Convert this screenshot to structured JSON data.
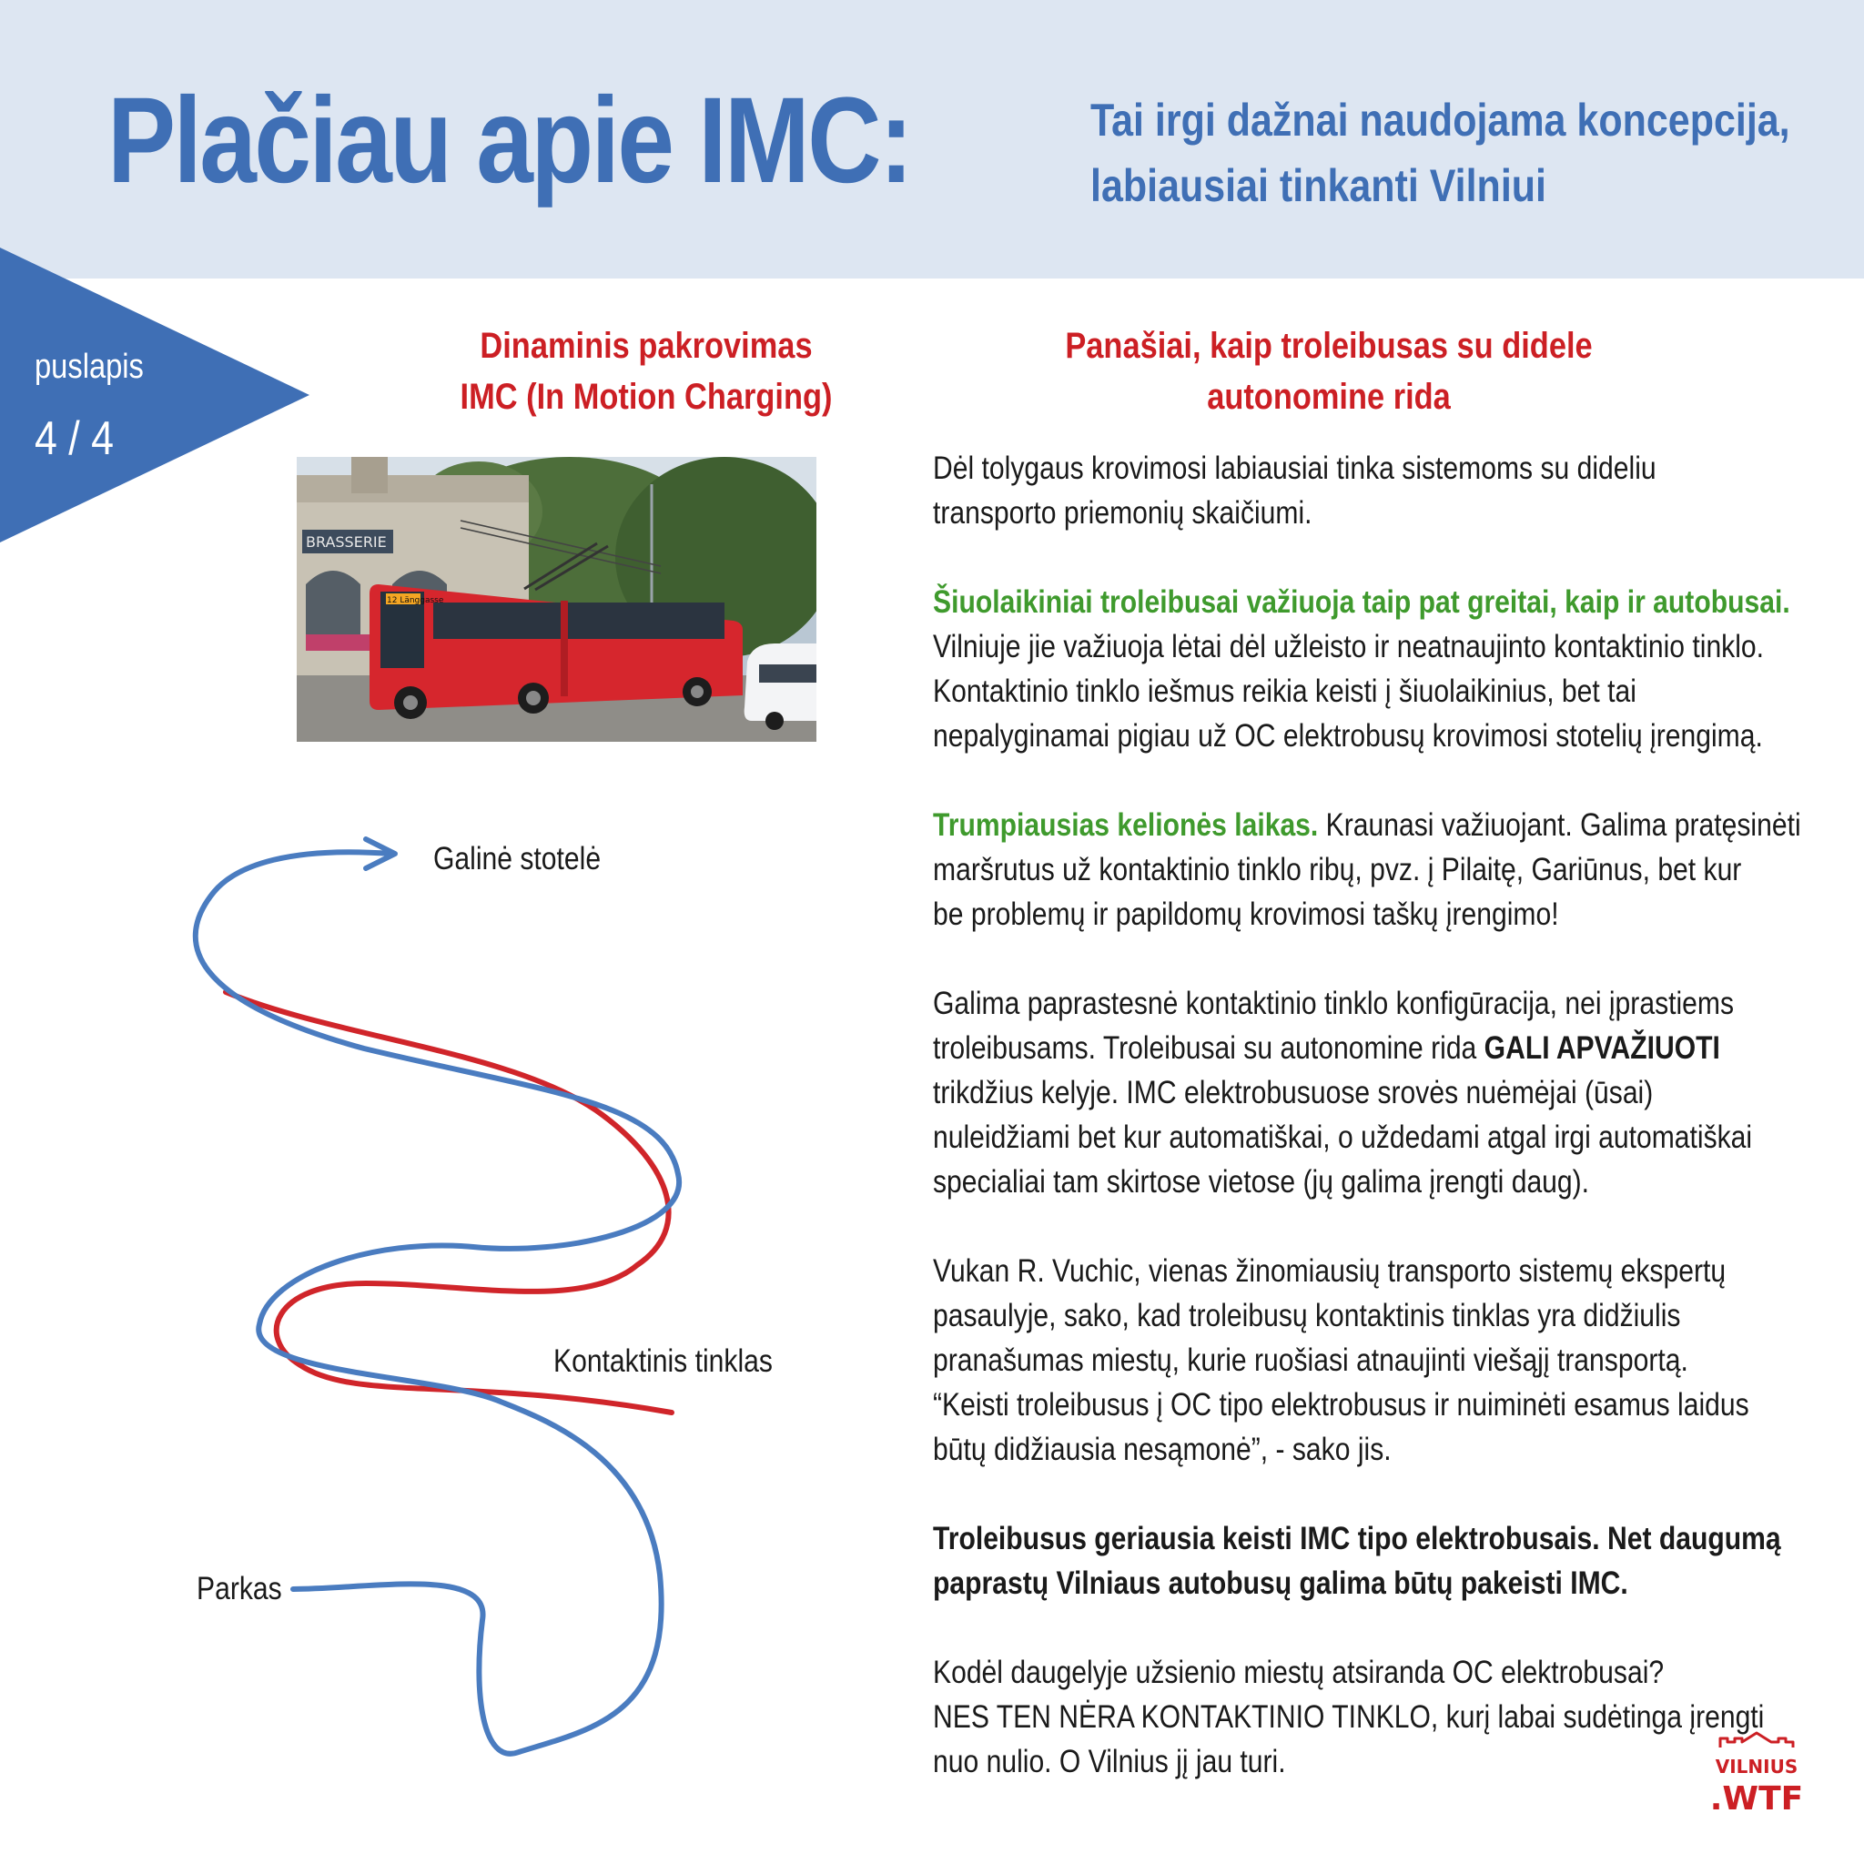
{
  "header": {
    "title": "Plačiau apie IMC:",
    "subtitle_line1": "Tai irgi dažnai naudojama koncepcija,",
    "subtitle_line2": "labiausiai tinkanti Vilniui"
  },
  "page_indicator": {
    "word": "puslapis",
    "number": "4 / 4"
  },
  "left_heading": {
    "line1": "Dinaminis pakrovimas",
    "line2": "IMC (In Motion Charging)"
  },
  "right_heading": {
    "line1": "Panašiai, kaip troleibusas su didele",
    "line2": "autonomine rida"
  },
  "photo": {
    "sign_text": "BRASSERIE",
    "route_display": "12 Länggasse"
  },
  "body": {
    "p1": [
      "Dėl tolygaus krovimosi labiausiai tinka sistemoms su dideliu",
      "transporto priemonių skaičiumi."
    ],
    "p2_highlight": "Šiuolaikiniai troleibusai važiuoja taip pat greitai, kaip ir autobusai.",
    "p2": [
      "Vilniuje jie važiuoja lėtai dėl užleisto ir neatnaujinto kontaktinio tinklo.",
      "Kontaktinio tinklo iešmus reikia keisti į šiuolaikinius, bet tai",
      "nepalyginamai pigiau už OC elektrobusų krovimosi stotelių įrengimą."
    ],
    "p3_highlight": "Trumpiausias kelionės laikas.",
    "p3_line1_rest": " Kraunasi važiuojant. Galima pratęsinėti",
    "p3": [
      "maršrutus už kontaktinio tinklo ribų, pvz. į Pilaitę, Gariūnus, bet kur",
      "be problemų ir papildomų krovimosi taškų įrengimo!"
    ],
    "p4_line1": "Galima paprastesnė kontaktinio tinklo konfigūracija, nei įprastiems",
    "p4_line2_start": "troleibusams. Troleibusai su autonomine rida ",
    "p4_line2_bold": "GALI APVAŽIUOTI",
    "p4": [
      "trikdžius kelyje. IMC elektrobusuose srovės nuėmėjai (ūsai)",
      "nuleidžiami bet kur automatiškai, o uždedami atgal irgi automatiškai",
      "specialiai tam skirtose vietose (jų galima įrengti daug)."
    ],
    "p5": [
      "Vukan R. Vuchic, vienas žinomiausių transporto sistemų ekspertų",
      "pasaulyje, sako, kad troleibusų kontaktinis tinklas yra didžiulis",
      "pranašumas miestų, kurie ruošiasi atnaujinti viešąjį transportą.",
      "“Keisti troleibusus į OC tipo elektrobusus ir nuiminėti esamus laidus",
      "būtų didžiausia nesąmonė”, - sako jis."
    ],
    "p6_bold": [
      "Troleibusus geriausia keisti IMC tipo elektrobusais. Net daugumą",
      "paprastų Vilniaus autobusų galima būtų pakeisti IMC."
    ],
    "p7": [
      "Kodėl daugelyje užsienio miestų atsiranda OC elektrobusai?",
      "NES TEN NĖRA KONTAKTINIO TINKLO, kurį labai sudėtinga įrengti",
      "nuo nulio. O Vilnius jį jau turi."
    ]
  },
  "diagram": {
    "label_end": "Galinė stotelė",
    "label_network": "Kontaktinis tinklas",
    "label_depot": "Parkas",
    "route_color": "#4a7cc0",
    "network_color": "#d0252a"
  },
  "logo": {
    "line1": "VILNIUS",
    "line2": ".WTF",
    "color": "#cc1f24"
  },
  "colors": {
    "header_bg": "#dde6f2",
    "title_blue": "#3f6fb5",
    "heading_red": "#cc1f24",
    "highlight_green": "#3f9a2d"
  }
}
